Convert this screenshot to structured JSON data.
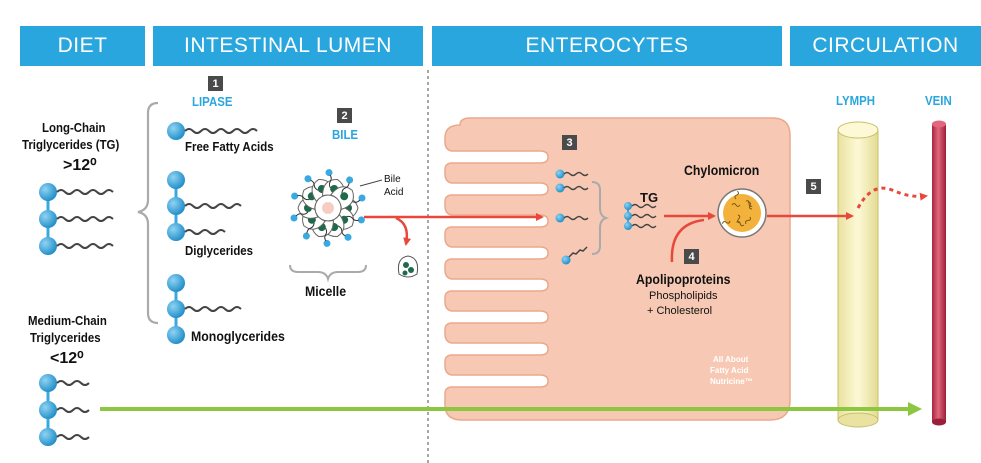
{
  "headers": {
    "diet": "DIET",
    "lumen": "INTESTINAL LUMEN",
    "enterocytes": "ENTEROCYTES",
    "circulation": "CIRCULATION"
  },
  "diet": {
    "lct_line1": "Long-Chain",
    "lct_line2": "Triglycerides (TG)",
    "lct_line3": ">12⁰",
    "mct_line1": "Medium-Chain",
    "mct_line2": "Triglycerides",
    "mct_line3": "<12⁰"
  },
  "lumen": {
    "step1": "1",
    "lipase": "LIPASE",
    "ffa": "Free Fatty Acids",
    "diglycerides": "Diglycerides",
    "monoglycerides": "Monoglycerides",
    "step2": "2",
    "bile": "BILE",
    "bile_acid_line1": "Bile",
    "bile_acid_line2": "Acid",
    "micelle": "Micelle"
  },
  "enterocyte": {
    "step3": "3",
    "tg": "TG",
    "chylomicron": "Chylomicron",
    "step4": "4",
    "apolipoproteins": "Apolipoproteins",
    "phospholipids": "Phospholipids",
    "cholesterol": "+ Cholesterol",
    "watermark_line1": "All About",
    "watermark_line2": "Fatty Acid",
    "watermark_line3": "Nutricine™"
  },
  "circulation": {
    "step5": "5",
    "lymph": "LYMPH",
    "vein": "VEIN"
  },
  "colors": {
    "header_blue": "#2aa6de",
    "molecule_blue": "#3aa9df",
    "red_arrow": "#e8483b",
    "green_arrow": "#8dc63f",
    "cell_fill": "#f7c9b4",
    "lymph_fill": "#fbf6c6",
    "vein_fill": "#c4334f"
  }
}
